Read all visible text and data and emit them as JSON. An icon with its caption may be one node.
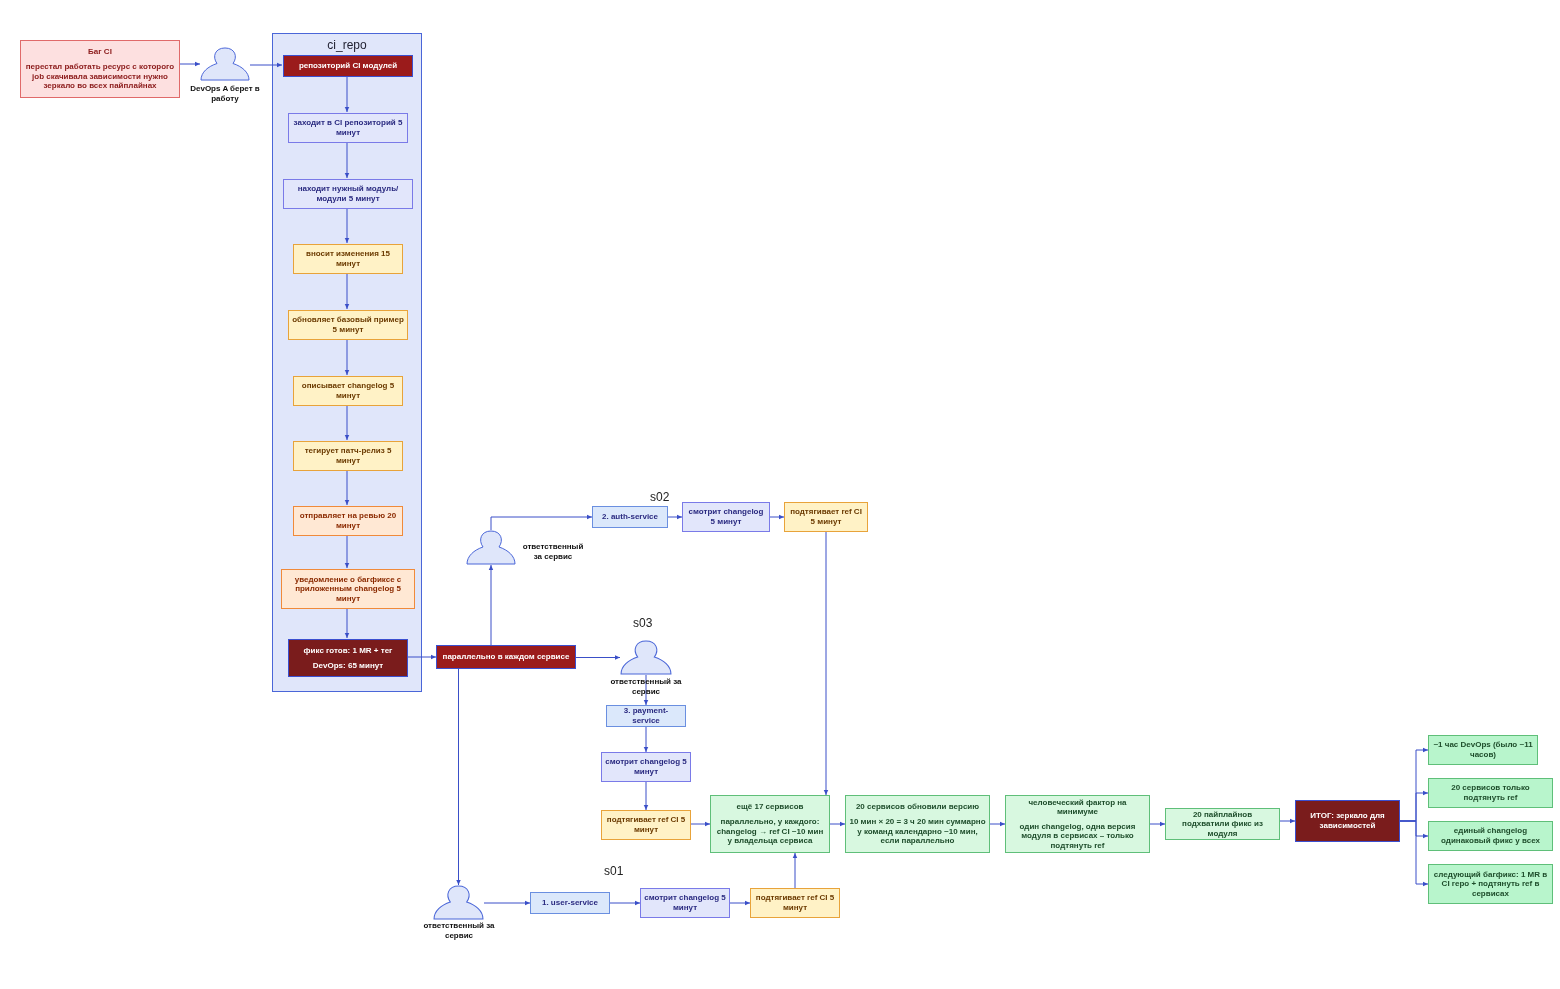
{
  "diagram": {
    "nodes": [
      {
        "text": [
          "Баг CI",
          "перестал работать ресурс с которого job скачивала зависимости нужно зеркало во всех пайплайнах"
        ]
      },
      {
        "text": [],
        "shape": "person",
        "beside": [
          "DevOps A берет в работу"
        ]
      },
      {
        "text": [
          "ci_repo"
        ]
      },
      {
        "text": [
          "репозиторий CI модулей"
        ],
        "in": 2
      },
      {
        "text": [
          "заходит в CI репозиторий 5 минут"
        ],
        "in": 2
      },
      {
        "text": [
          "находит нужный модуль/модули 5 минут"
        ],
        "in": 2
      },
      {
        "text": [
          "вносит изменения 15 минут"
        ],
        "in": 2
      },
      {
        "text": [
          "обновляет базовый пример 5 минут"
        ],
        "in": 2
      },
      {
        "text": [
          "описывает changelog 5 минут"
        ],
        "in": 2
      },
      {
        "text": [
          "тегирует патч-релиз 5 минут"
        ],
        "in": 2
      },
      {
        "text": [
          "отправляет на ревью 20 минут"
        ],
        "in": 2
      },
      {
        "text": [
          "уведомление о багфиксе с приложенным changelog 5 минут"
        ],
        "in": 2
      },
      {
        "text": [
          "фикс готов: 1 MR + тег",
          "DevOps: 65 минут"
        ],
        "in": 2
      },
      {
        "text": [
          "параллельно в каждом сервисе"
        ]
      },
      {
        "text": [],
        "shape": "person",
        "beside": [
          "ответственный за сервис"
        ]
      },
      {
        "text": [
          "2. auth-service"
        ]
      },
      {
        "text": [
          "смотрит changelog 5 минут"
        ]
      },
      {
        "text": [
          "подтягивает ref CI 5 минут"
        ]
      },
      {
        "text": [],
        "shape": "person",
        "beside": [
          "ответственный за сервис"
        ]
      },
      {
        "text": [
          "3. payment-service"
        ]
      },
      {
        "text": [
          "смотрит changelog 5 минут"
        ]
      },
      {
        "text": [
          "подтягивает ref CI 5 минут"
        ]
      },
      {
        "text": [],
        "shape": "person",
        "beside": [
          "ответственный за сервис"
        ]
      },
      {
        "text": [
          "1. user-service"
        ]
      },
      {
        "text": [
          "смотрит changelog 5 минут"
        ]
      },
      {
        "text": [
          "подтягивает ref CI 5 минут"
        ]
      },
      {
        "text": [
          "ещё 17 сервисов",
          "параллельно, у каждого: changelog → ref CI ~10 мин у владельца сервиса"
        ]
      },
      {
        "text": [
          "20 сервисов обновили версию",
          "10 мин × 20 = 3 ч 20 мин суммарно у команд календарно ~10 мин, если параллельно"
        ]
      },
      {
        "text": [
          "человеческий фактор на минимуме",
          "один changelog, одна версия модуля в сервисах – только подтянуть ref"
        ]
      },
      {
        "text": [
          "20 пайплайнов подхватили фикс из модуля"
        ]
      },
      {
        "text": [
          "ИТОГ: зеркало для зависимостей"
        ]
      },
      {
        "text": [
          "~1 час DevOps (было ~11 часов)"
        ]
      },
      {
        "text": [
          "20 сервисов только подтянуть ref"
        ]
      },
      {
        "text": [
          "единый changelog одинаковый фикс у всех"
        ]
      },
      {
        "text": [
          "следующий багфикс: 1 MR в CI repo + подтянуть ref в сервисах"
        ]
      }
    ],
    "edges": [
      {
        "from": 0,
        "to": 1,
        "arrow": "to"
      },
      {
        "from": 1,
        "to": 3,
        "arrow": "to"
      },
      {
        "from": 3,
        "to": 4,
        "arrow": "to"
      },
      {
        "from": 4,
        "to": 5,
        "arrow": "to"
      },
      {
        "from": 5,
        "to": 6,
        "arrow": "to"
      },
      {
        "from": 6,
        "to": 7,
        "arrow": "to"
      },
      {
        "from": 7,
        "to": 8,
        "arrow": "to"
      },
      {
        "from": 8,
        "to": 9,
        "arrow": "to"
      },
      {
        "from": 9,
        "to": 10,
        "arrow": "to"
      },
      {
        "from": 10,
        "to": 11,
        "arrow": "to"
      },
      {
        "from": 11,
        "to": 12,
        "arrow": "to"
      },
      {
        "from": 12,
        "to": 13,
        "arrow": "to"
      },
      {
        "from": 13,
        "to": 14,
        "arrow": "to"
      },
      {
        "from": 13,
        "to": 18,
        "arrow": "to"
      },
      {
        "from": 13,
        "to": 22,
        "arrow": "to"
      },
      {
        "from": 14,
        "to": 15,
        "arrow": "to"
      },
      {
        "from": 15,
        "to": 16,
        "arrow": "to"
      },
      {
        "from": 16,
        "to": 17,
        "arrow": "to"
      },
      {
        "from": 17,
        "to": 26,
        "arrow": "to"
      },
      {
        "from": 18,
        "to": 19,
        "arrow": "to"
      },
      {
        "from": 19,
        "to": 20,
        "arrow": "to"
      },
      {
        "from": 20,
        "to": 21,
        "arrow": "to"
      },
      {
        "from": 21,
        "to": 26,
        "arrow": "to"
      },
      {
        "from": 22,
        "to": 23,
        "arrow": "to"
      },
      {
        "from": 23,
        "to": 24,
        "arrow": "to"
      },
      {
        "from": 24,
        "to": 25,
        "arrow": "to"
      },
      {
        "from": 25,
        "to": 26,
        "arrow": "to"
      },
      {
        "from": 26,
        "to": 27,
        "arrow": "to"
      },
      {
        "from": 27,
        "to": 28,
        "arrow": "to"
      },
      {
        "from": 28,
        "to": 29,
        "arrow": "to"
      },
      {
        "from": 29,
        "to": 30,
        "arrow": "to"
      },
      {
        "from": 30,
        "to": 31,
        "arrow": "to"
      },
      {
        "from": 30,
        "to": 32,
        "arrow": "to"
      },
      {
        "from": 30,
        "to": 33,
        "arrow": "to"
      },
      {
        "from": 30,
        "to": 34,
        "arrow": "to"
      }
    ],
    "labels": [
      "s02",
      "s03",
      "s01"
    ]
  }
}
